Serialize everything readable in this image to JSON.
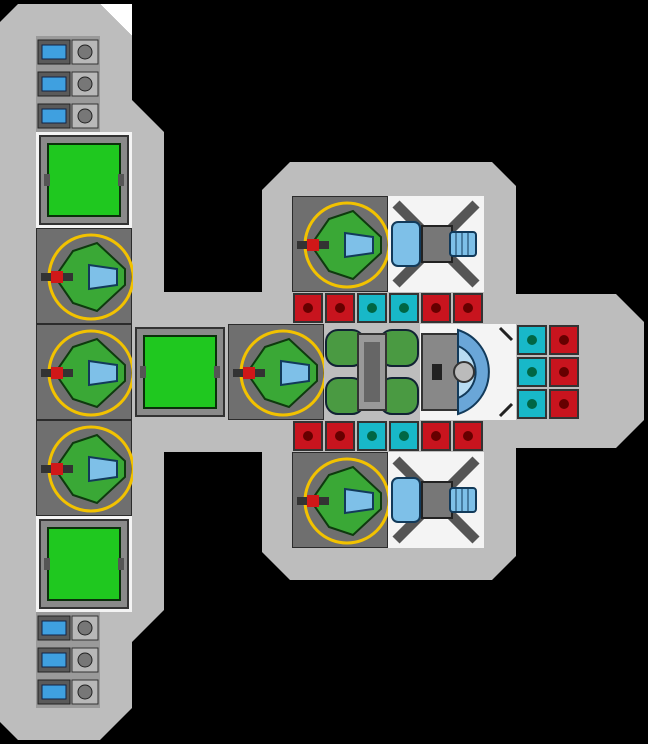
{
  "scene": {
    "name": "ship-blueprint",
    "colors": {
      "hull": "#bdbdbd",
      "hull_dark": "#8c8c8c",
      "space": "#000000",
      "bay_gray": "#6f6f6f",
      "bay_white": "#f4f4f4",
      "crate_green": "#1fc81f",
      "turret_green": "#3aa836",
      "turret_ring": "#f2c200",
      "barrel_red": "#d01818",
      "engine_blue": "#7ec0e8",
      "cell_red": "#c8141e",
      "cell_cyan": "#18b8c8",
      "reactor_green": "#4a9a42"
    },
    "modules": {
      "cargo_crates": 3,
      "hub_crate": 1,
      "green_turrets": 6,
      "thrusters": 2,
      "reactor_core": 1,
      "power_stacks": 6,
      "battery_cells_total": 18
    },
    "icons": [
      "cargo-crate-icon",
      "turret-icon",
      "thruster-icon",
      "reactor-icon",
      "battery-cell-icon",
      "power-stack-icon"
    ]
  }
}
